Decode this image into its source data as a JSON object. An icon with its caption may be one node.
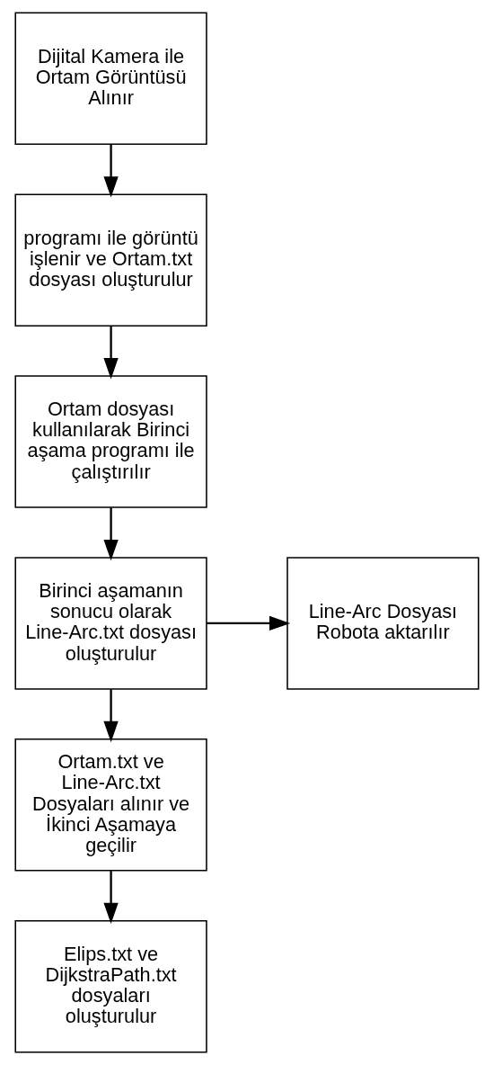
{
  "diagram": {
    "nodes": [
      {
        "text": [
          "Dijital Kamera ile Ortam Görüntüsü Alınır"
        ]
      },
      {
        "text": [
          "programı ile görüntü işlenir ve Ortam.txt dosyası oluşturulur"
        ]
      },
      {
        "text": [
          "Ortam dosyası kullanılarak Birinci aşama programı ile çalıştırılır"
        ]
      },
      {
        "text": [
          "Line-Arc Dosyası Robota aktarılır"
        ]
      },
      {
        "text": [
          "Birinci aşamanın sonucu olarak Line-Arc.txt dosyası oluşturulur"
        ]
      },
      {
        "text": [
          "Ortam.txt ve Line-Arc.txt Dosyaları alınır ve İkinci Aşamaya geçilir"
        ]
      },
      {
        "text": [
          "Elips.txt ve DijkstraPath.txt dosyaları oluşturulur"
        ]
      }
    ],
    "edges": [
      {
        "from": 0,
        "to": 1,
        "arrow": "to"
      },
      {
        "from": 1,
        "to": 2,
        "arrow": "to"
      },
      {
        "from": 2,
        "to": 4,
        "arrow": "to"
      },
      {
        "from": 4,
        "to": 3,
        "arrow": "to"
      },
      {
        "from": 4,
        "to": 5,
        "arrow": "to"
      },
      {
        "from": 5,
        "to": 6,
        "arrow": "to"
      }
    ]
  }
}
